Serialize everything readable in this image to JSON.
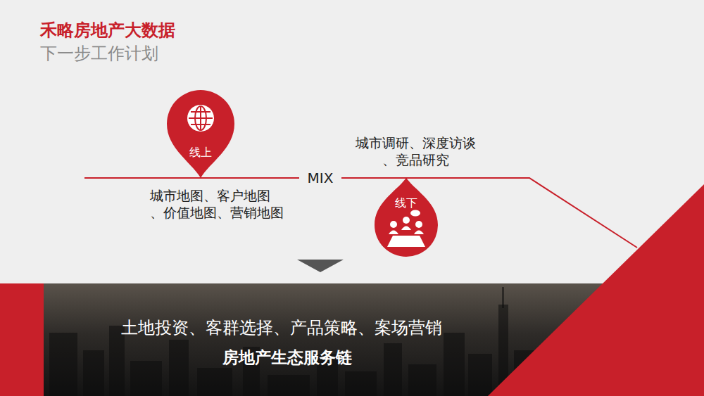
{
  "diagram": {
    "title": "禾略房地产大数据",
    "nodes": [
      {
        "text": [
          "线上"
        ]
      },
      {
        "text": [
          "线下"
        ]
      },
      {
        "text": [
          "土地投资、客群选择、产品策略、案场营销",
          "房地产生态服务链"
        ]
      }
    ],
    "edges": [
      {
        "from": 0,
        "to": 1,
        "arrow": "none",
        "label": "MIX"
      }
    ],
    "labels": [
      "下一步工作计划",
      "城市地图、客户地图 、价值地图、营销地图",
      "城市调研、深度访谈 、竞品研究"
    ]
  }
}
